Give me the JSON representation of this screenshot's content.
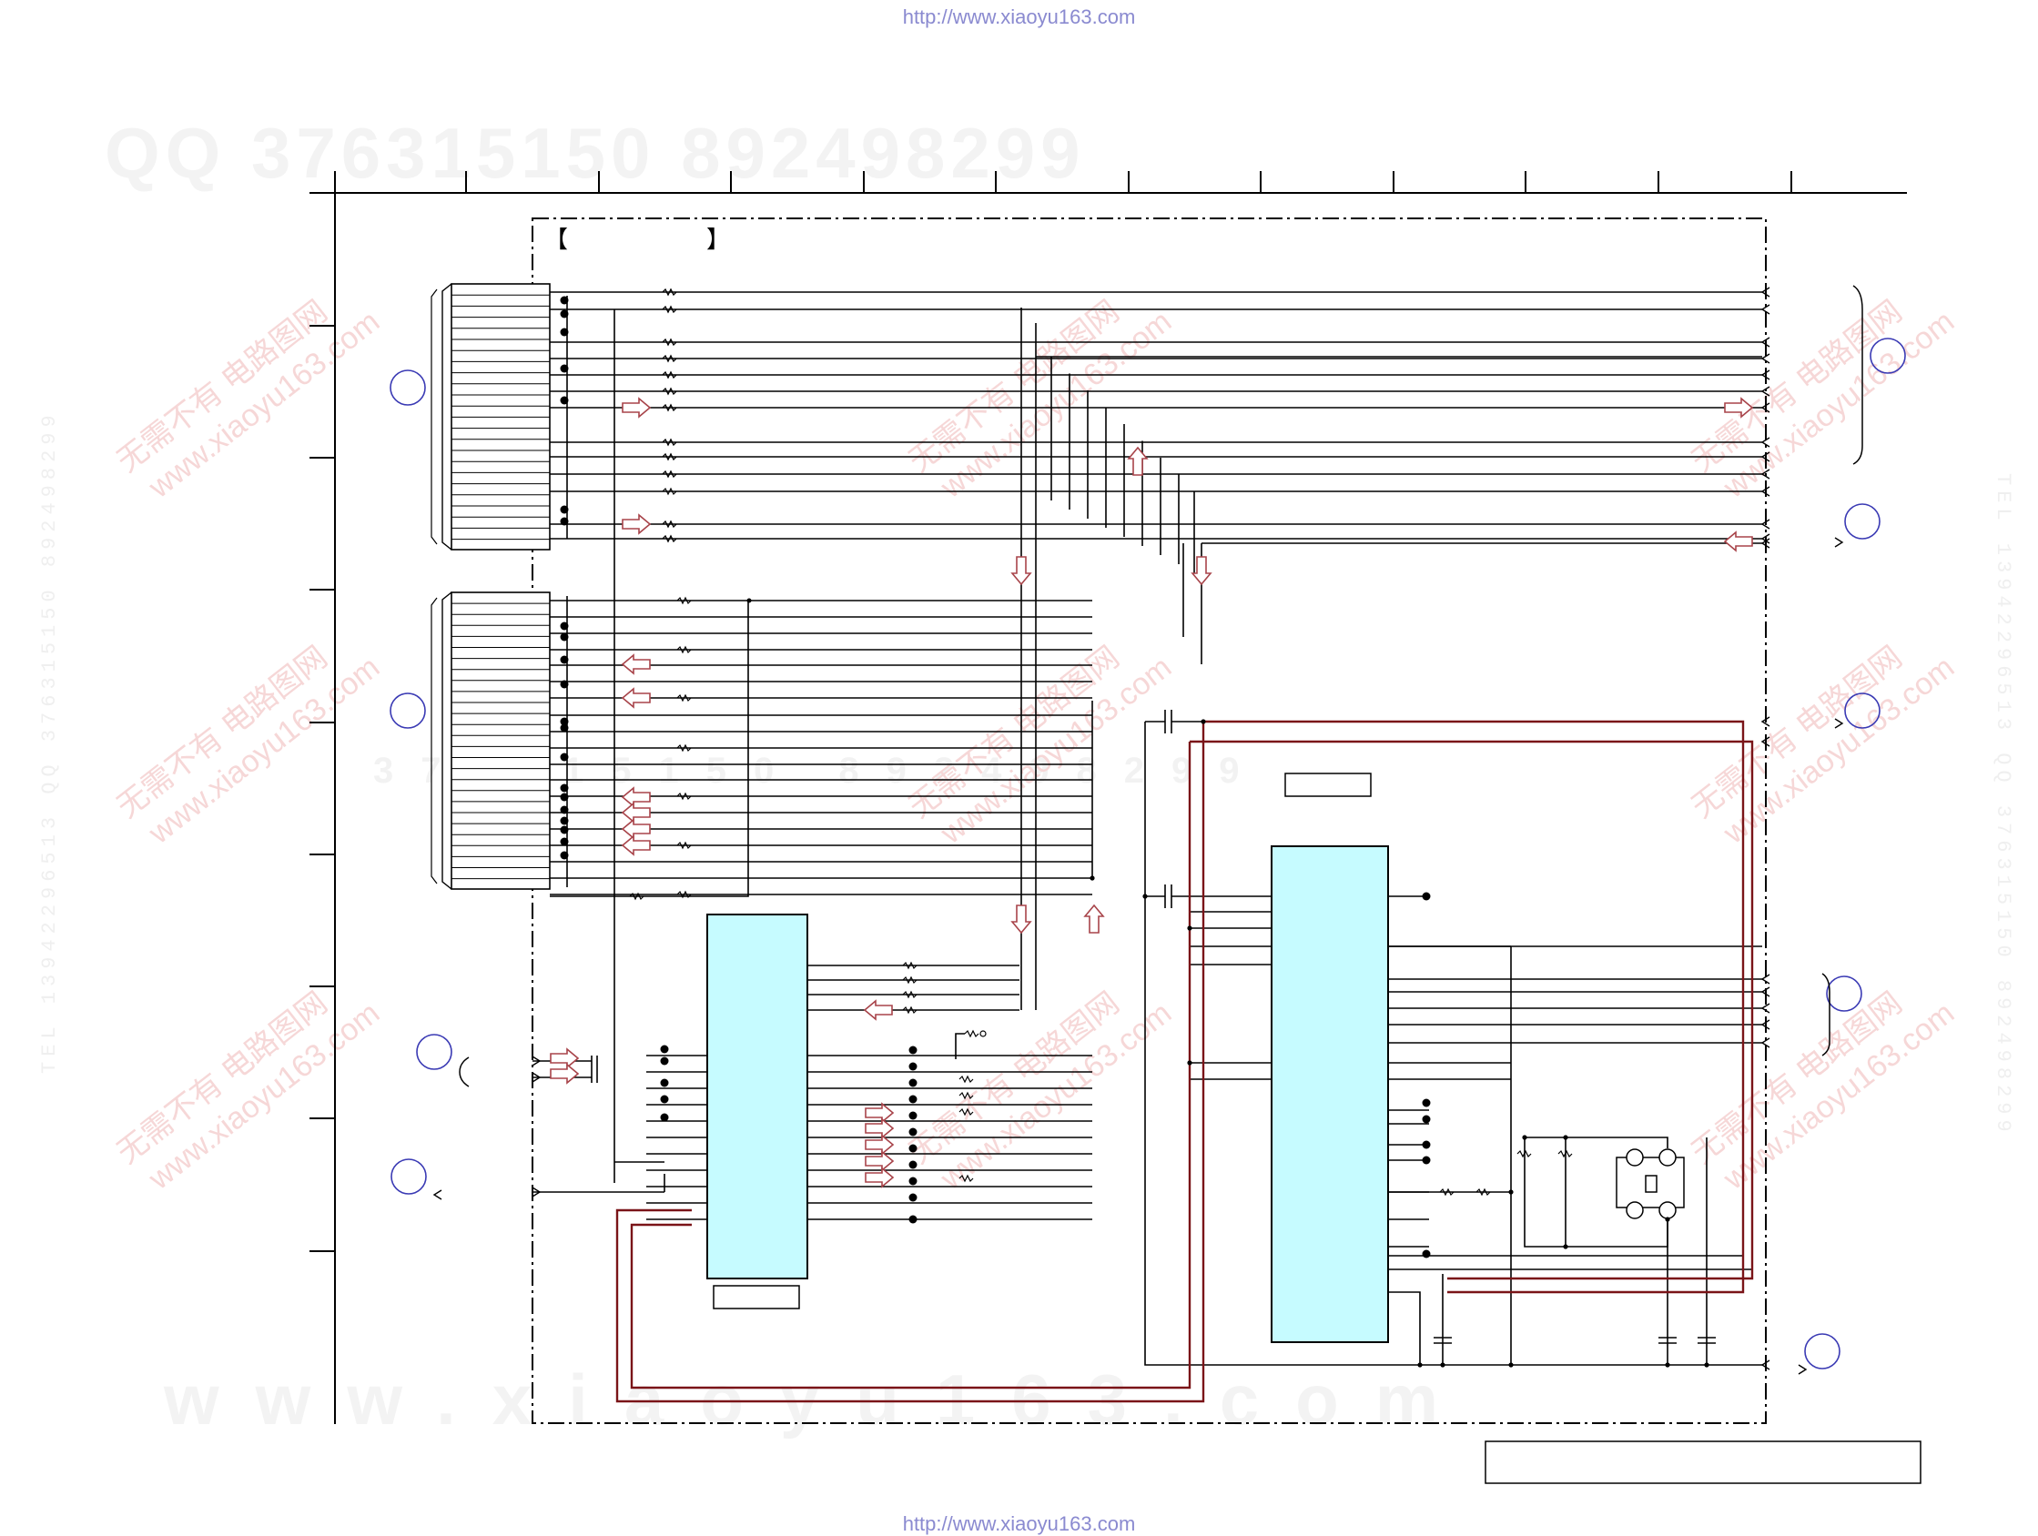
{
  "source_url": "http://www.xiaoyu163.com",
  "watermark": {
    "qq_row": "QQ 376315150   892498299",
    "mid_row": "376315150   892498299",
    "site_row": "www.xiaoyu163.com",
    "stamp_line1": "无需不有  电路图网",
    "stamp_line2": "www.xiaoyu163.com",
    "side_text": "TEL 13942296513 QQ 376315150 892498299"
  },
  "section_bracket_left": "【",
  "section_bracket_right": "】",
  "colors": {
    "wire": "#000000",
    "ground_bus": "#7a1418",
    "ic_fill": "#c6fbff",
    "arrow": "#a8444a",
    "marker": "#3a3ab4"
  }
}
